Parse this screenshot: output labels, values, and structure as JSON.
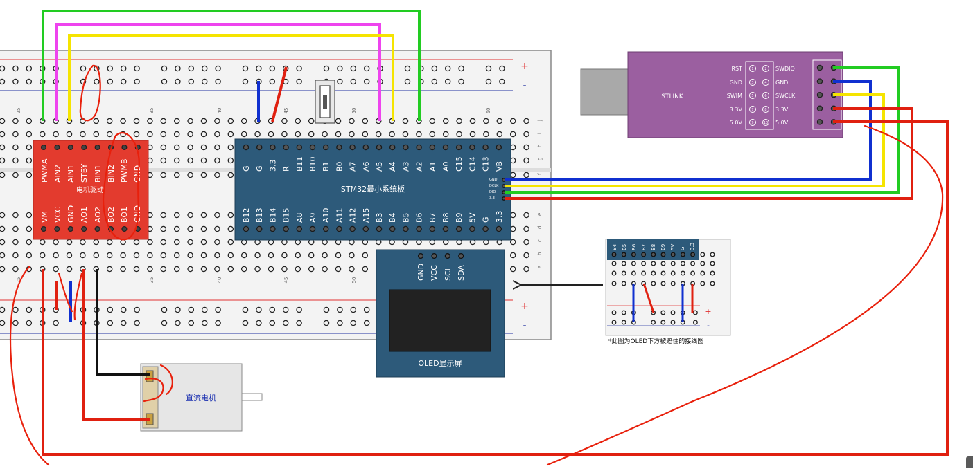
{
  "colors": {
    "breadboard": "#f3f3f3",
    "rail_red": "#e03030",
    "rail_blue": "#2030a0",
    "motor_driver": "#e33b2e",
    "stm32": "#2d5a7a",
    "oled": "#2d5a7a",
    "stlink": "#9b5fa0",
    "wire_green": "#22cc22",
    "wire_magenta": "#ee44ee",
    "wire_yellow": "#f5e400",
    "wire_blue": "#1030d0",
    "wire_red": "#e02010",
    "wire_black": "#111111",
    "annotation_red": "#e8200c"
  },
  "breadboard": {
    "rail_plus": "+",
    "rail_minus": "-",
    "column_numbers": [
      "25",
      "35",
      "40",
      "45",
      "50",
      "60"
    ],
    "row_letters": [
      "j",
      "i",
      "h",
      "g",
      "f",
      "e",
      "d",
      "c",
      "b",
      "a"
    ]
  },
  "motor_driver": {
    "title": "电机驱动",
    "top_pins": [
      "PWMA",
      "AIN2",
      "AIN1",
      "STBY",
      "BIN1",
      "BIN2",
      "PWMB",
      "GND"
    ],
    "bottom_pins": [
      "VM",
      "VCC",
      "GND",
      "AO1",
      "AO2",
      "BO2",
      "BO1",
      "GND"
    ]
  },
  "stm32": {
    "title": "STM32最小系统板",
    "top_pins": [
      "G",
      "G",
      "3.3",
      "R",
      "B11",
      "B10",
      "B1",
      "B0",
      "A7",
      "A6",
      "A5",
      "A4",
      "A3",
      "A2",
      "A1",
      "A0",
      "C15",
      "C14",
      "C13",
      "VB"
    ],
    "bottom_pins": [
      "B12",
      "B13",
      "B14",
      "B15",
      "A8",
      "A9",
      "A10",
      "A11",
      "A12",
      "A15",
      "B3",
      "B4",
      "B5",
      "B6",
      "B7",
      "B8",
      "B9",
      "5V",
      "G",
      "3.3"
    ],
    "swd_pins": [
      "GND",
      "DCLK",
      "DIO",
      "3.3"
    ]
  },
  "oled": {
    "pins": [
      "GND",
      "VCC",
      "SCL",
      "SDA"
    ],
    "title": "OLED显示屏"
  },
  "stlink": {
    "label": "STLINK",
    "left_pins": [
      "RST",
      "GND",
      "SWIM",
      "3.3V",
      "5.0V"
    ],
    "right_pins": [
      "SWDIO",
      "GND",
      "SWCLK",
      "3.3V",
      "5.0V"
    ],
    "pin_numbers": [
      "1",
      "2",
      "3",
      "4",
      "5",
      "6",
      "7",
      "8",
      "9",
      "10"
    ]
  },
  "motor": {
    "label": "直流电机"
  },
  "inset": {
    "pins": [
      "B4",
      "B5",
      "B6",
      "B7",
      "B8",
      "B9",
      "5V",
      "G",
      "3.3"
    ],
    "plus": "+",
    "minus": "-",
    "caption": "*此图为OLED下方被遮住的接线图"
  }
}
